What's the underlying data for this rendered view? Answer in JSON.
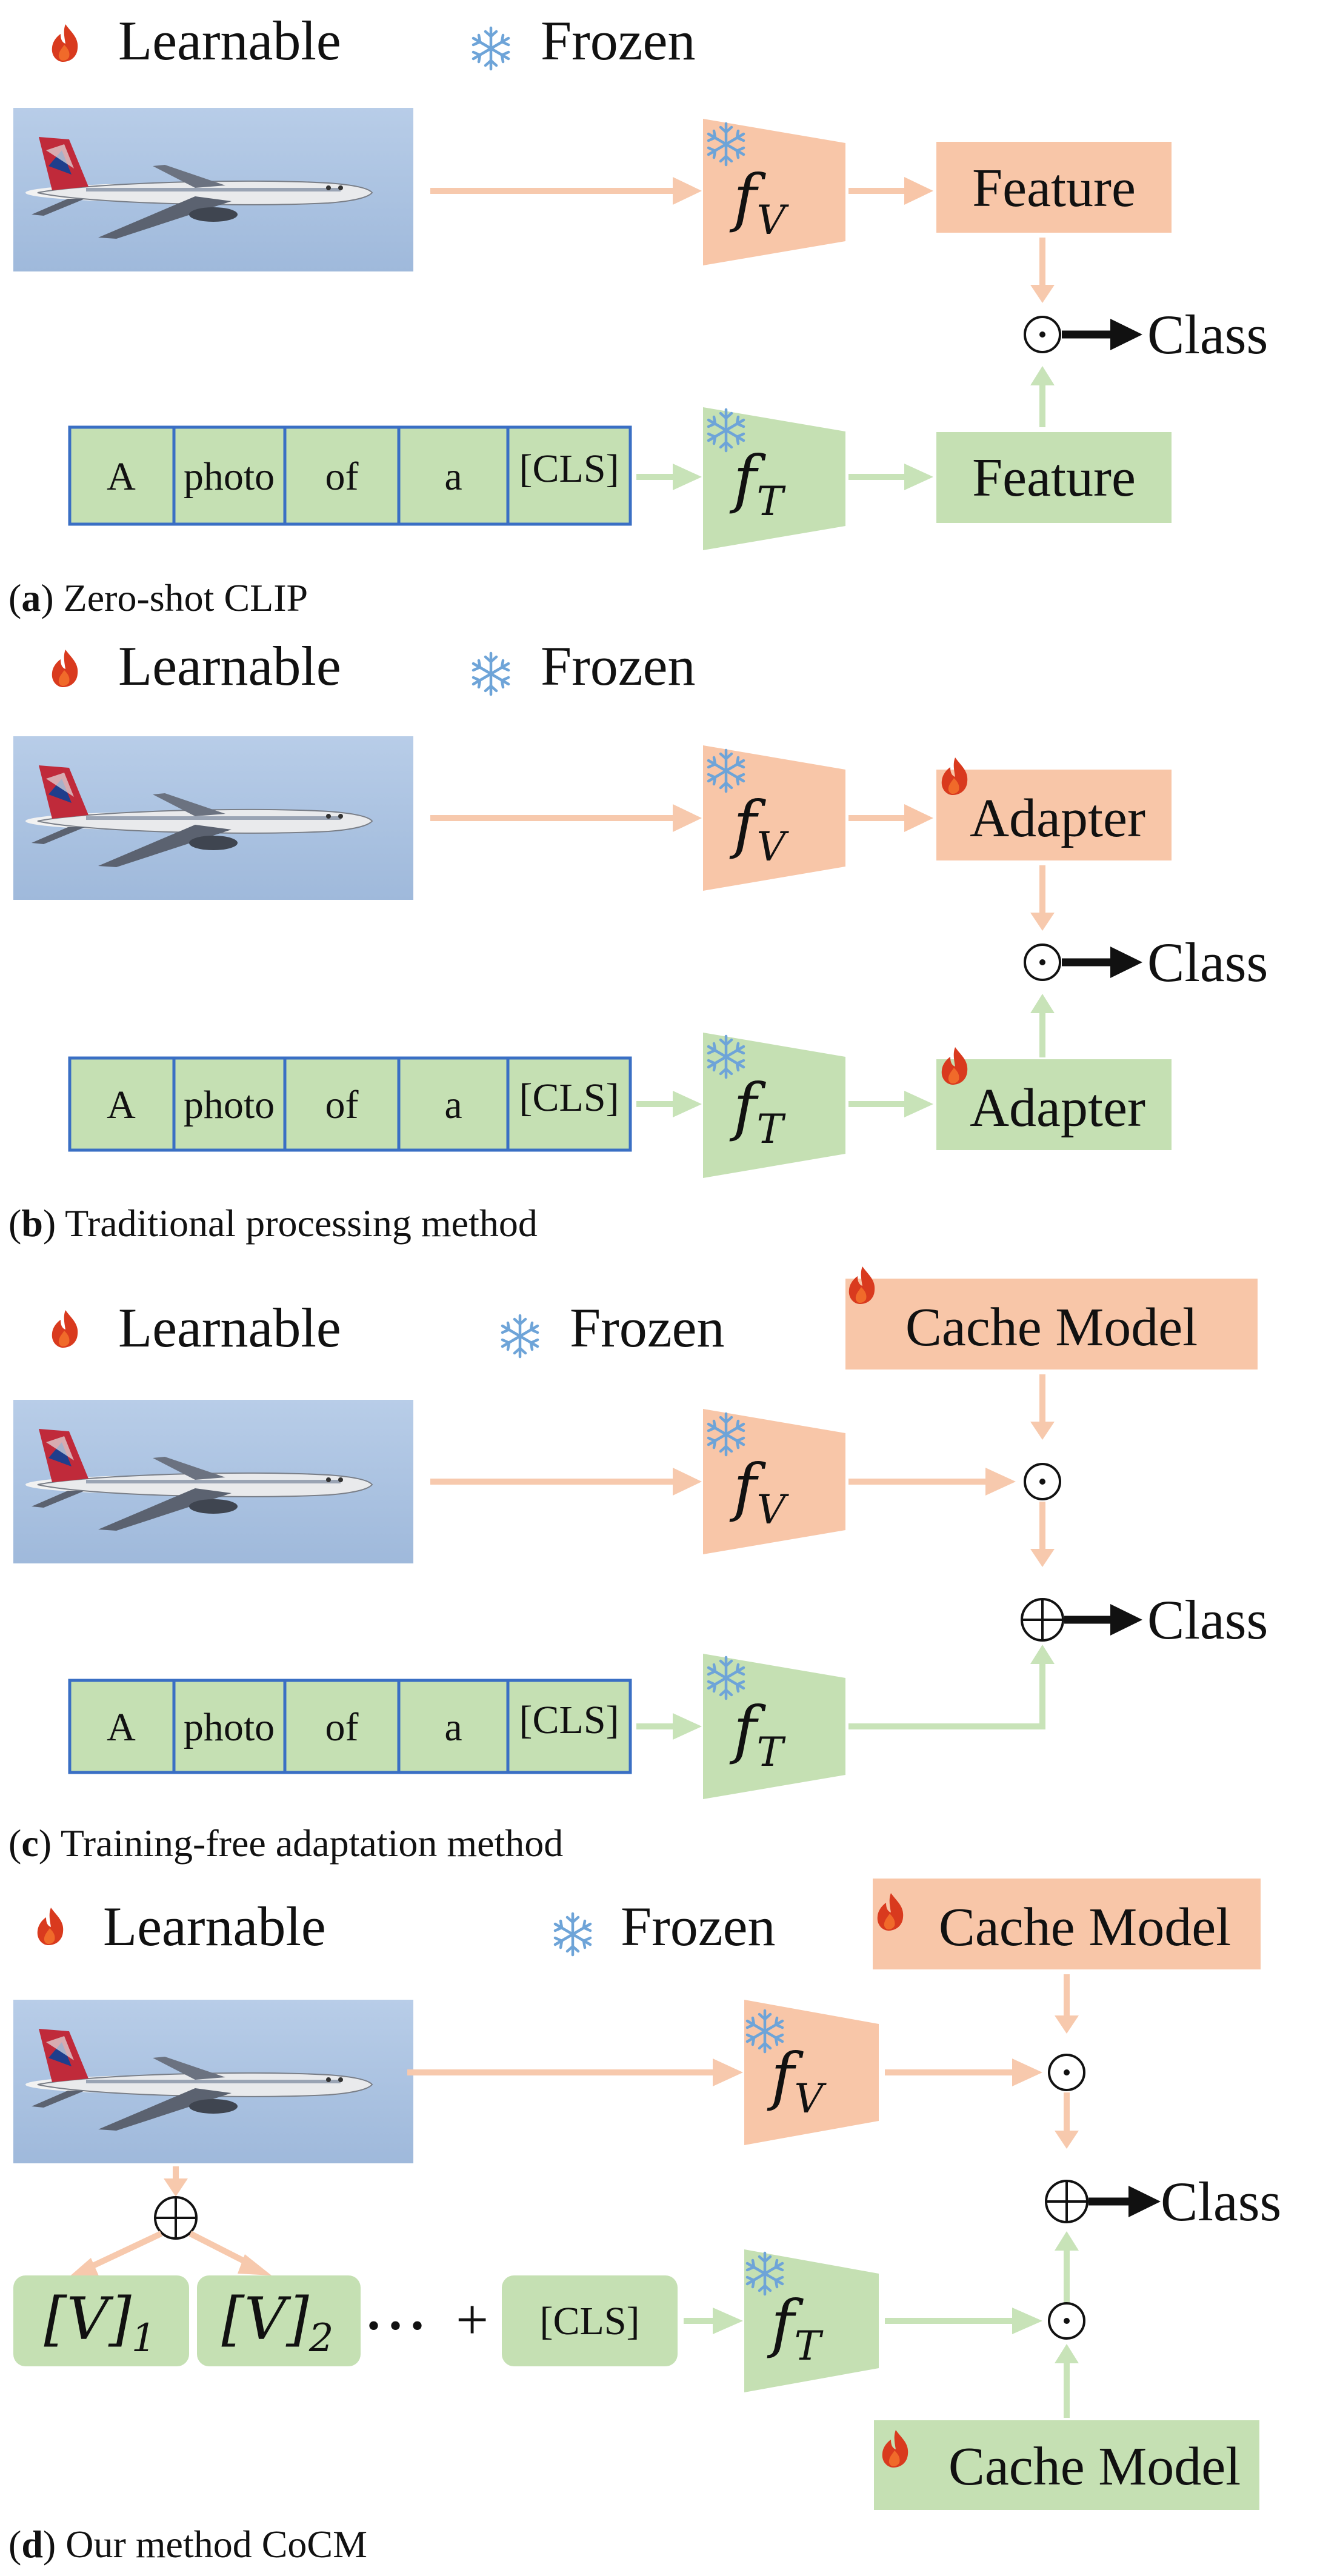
{
  "legend": {
    "learnable": "Learnable",
    "frozen": "Frozen"
  },
  "panels": {
    "a": {
      "caption_letter": "a",
      "caption_text": " Zero-shot CLIP",
      "prompt_tokens": [
        "A",
        "photo",
        "of",
        "a",
        "[CLS]"
      ],
      "visual_encoder": "f",
      "visual_sub": "V",
      "text_encoder": "f",
      "text_sub": "T",
      "visual_box": "Feature",
      "text_box": "Feature",
      "output": "Class"
    },
    "b": {
      "caption_letter": "b",
      "caption_text": " Traditional processing method",
      "prompt_tokens": [
        "A",
        "photo",
        "of",
        "a",
        "[CLS]"
      ],
      "visual_encoder": "f",
      "visual_sub": "V",
      "text_encoder": "f",
      "text_sub": "T",
      "visual_box": "Adapter",
      "text_box": "Adapter",
      "output": "Class"
    },
    "c": {
      "caption_letter": "c",
      "caption_text": " Training-free adaptation method",
      "prompt_tokens": [
        "A",
        "photo",
        "of",
        "a",
        "[CLS]"
      ],
      "visual_encoder": "f",
      "visual_sub": "V",
      "text_encoder": "f",
      "text_sub": "T",
      "cache_box": "Cache Model",
      "output": "Class"
    },
    "d": {
      "caption_letter": "d",
      "caption_text": " Our method CoCM",
      "tokens": [
        {
          "base": "[V]",
          "sub": "1"
        },
        {
          "base": "[V]",
          "sub": "2"
        }
      ],
      "dots": "• • •",
      "plus": "+",
      "cls": "[CLS]",
      "visual_encoder": "f",
      "visual_sub": "V",
      "text_encoder": "f",
      "text_sub": "T",
      "cache_top": "Cache Model",
      "cache_bottom": "Cache Model",
      "output": "Class"
    }
  },
  "colors": {
    "orange_fill": "#f8c6a8",
    "green_fill": "#c5e0b3",
    "orange_arrow": "#f7c9ad",
    "green_arrow": "#c8e3b8",
    "token_border": "#3a6fc4",
    "flame": "#d93a1e",
    "snow": "#6ea4d8"
  }
}
